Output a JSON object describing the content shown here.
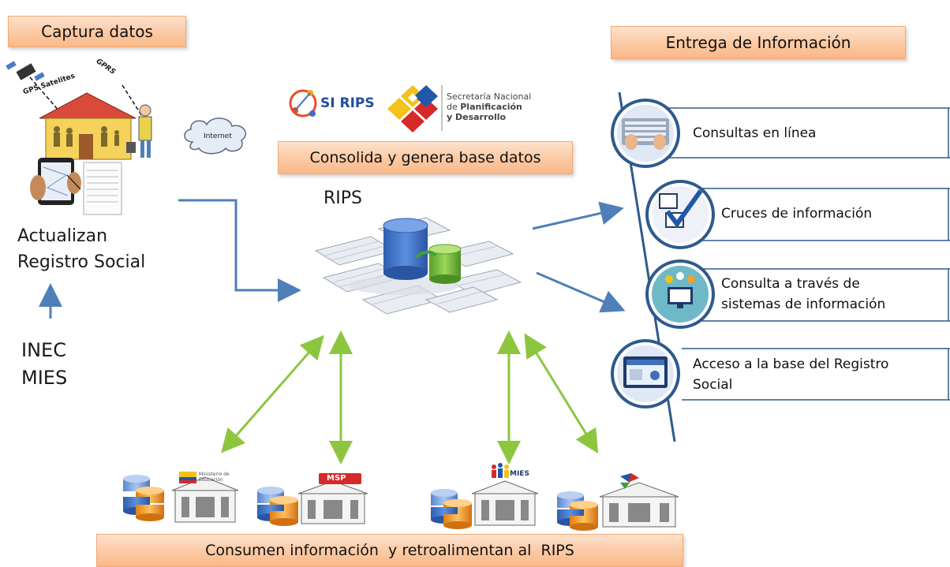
{
  "banners": {
    "captura": "Captura datos",
    "entrega": "Entrega de Información",
    "consolida": "Consolida y genera base datos",
    "consumen": "Consumen información  y retroalimentan al  RIPS"
  },
  "left": {
    "actualizan_line1": "Actualizan",
    "actualizan_line2": "Registro Social",
    "source1": "INEC",
    "source2": "MIES",
    "gps_label": "GPS Satelites",
    "gprs_label": "GPRS",
    "internet_label": "Internet"
  },
  "center": {
    "rips_label": "RIPS",
    "logo_sirips": "SI RIPS",
    "logo_senplades_line1": "Secretaría Nacional",
    "logo_senplades_line2": "de",
    "logo_senplades_line2b": "Planificación",
    "logo_senplades_line3": "y Desarrollo"
  },
  "outputs": [
    {
      "line1": "Consultas en línea",
      "line2": ""
    },
    {
      "line1": "Cruces de información",
      "line2": ""
    },
    {
      "line1": "Consulta a través de",
      "line2": "sistemas de información"
    },
    {
      "line1": "Acceso a la base del Registro",
      "line2": "Social"
    }
  ],
  "institutions": {
    "i1": "Ministerio de Educación",
    "i2": "MSP",
    "i3": "MIES"
  },
  "colors": {
    "banner_fill": "#fbc9a3",
    "blue_arrow": "#4f7fb8",
    "green_arrow": "#8cc63f",
    "db_blue": "#3a6fc4",
    "db_orange": "#f0a030",
    "panel_line": "#2e5a8c"
  }
}
